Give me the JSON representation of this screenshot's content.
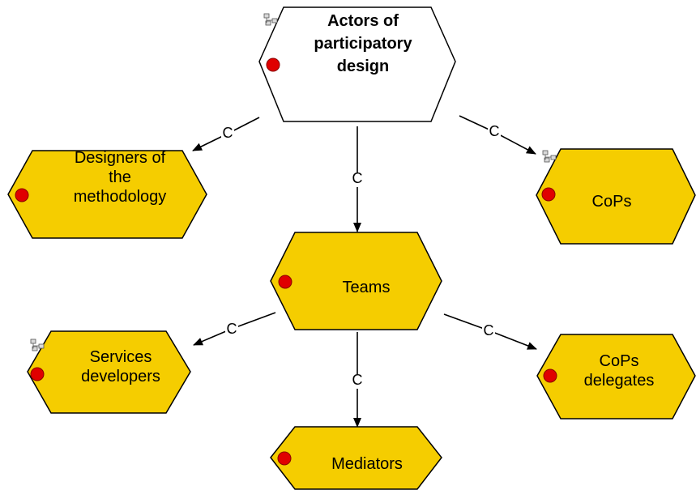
{
  "colors": {
    "root_fill": "#ffffff",
    "node_fill": "#f5cd00",
    "stroke": "#000000",
    "marker": "#e00000"
  },
  "nodes": [
    {
      "id": "actors",
      "name": "node-actors-of-participatory-design",
      "lines": [
        "Actors of",
        "participatory",
        "design"
      ],
      "bold": true,
      "root": true,
      "hierarchy_icon": true
    },
    {
      "id": "designers",
      "name": "node-designers-of-the-methodology",
      "lines": [
        "Designers of",
        "the",
        "methodology"
      ],
      "bold": false,
      "root": false,
      "hierarchy_icon": false
    },
    {
      "id": "cops",
      "name": "node-cops",
      "lines": [
        "CoPs"
      ],
      "bold": false,
      "root": false,
      "hierarchy_icon": true
    },
    {
      "id": "teams",
      "name": "node-teams",
      "lines": [
        "Teams"
      ],
      "bold": false,
      "root": false,
      "hierarchy_icon": false
    },
    {
      "id": "services",
      "name": "node-services-developers",
      "lines": [
        "Services",
        "developers"
      ],
      "bold": false,
      "root": false,
      "hierarchy_icon": true
    },
    {
      "id": "delegates",
      "name": "node-cops-delegates",
      "lines": [
        "CoPs",
        "delegates"
      ],
      "bold": false,
      "root": false,
      "hierarchy_icon": false
    },
    {
      "id": "mediators",
      "name": "node-mediators",
      "lines": [
        "Mediators"
      ],
      "bold": false,
      "root": false,
      "hierarchy_icon": false
    }
  ],
  "edges": [
    {
      "from": "actors",
      "to": "designers",
      "label": "C"
    },
    {
      "from": "actors",
      "to": "cops",
      "label": "C"
    },
    {
      "from": "actors",
      "to": "teams",
      "label": "C"
    },
    {
      "from": "teams",
      "to": "services",
      "label": "C"
    },
    {
      "from": "teams",
      "to": "delegates",
      "label": "C"
    },
    {
      "from": "teams",
      "to": "mediators",
      "label": "C"
    }
  ]
}
